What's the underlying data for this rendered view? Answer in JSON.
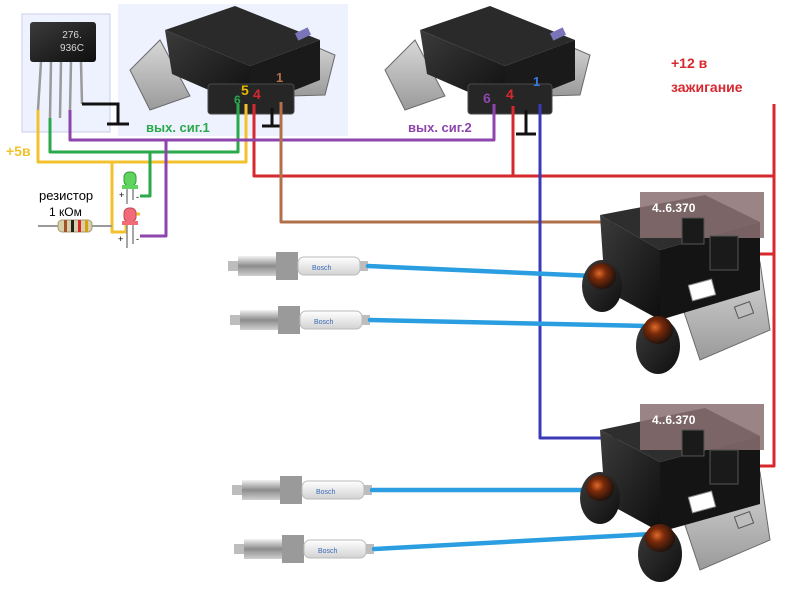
{
  "chip": {
    "line1": "276.",
    "line2": "936C"
  },
  "coil_label": "4..6.370",
  "labels": {
    "power_12v_line1": "+12 в",
    "power_12v_line2": "зажигание",
    "power_5v": "+5в",
    "resistor_line1": "резистор",
    "resistor_line2": "1 кОм",
    "out_signal_1": "вых. сиг.1",
    "out_signal_2": "вых. сиг.2"
  },
  "module1_pins": [
    "6",
    "5",
    "4",
    "1"
  ],
  "module2_pins": [
    "6",
    "4",
    "1"
  ],
  "led_pins": {
    "plus": "+",
    "minus": "-"
  },
  "colors": {
    "wire_12v": "#d6282e",
    "wire_5v": "#f2c12e",
    "wire_signal1": "#2aa84a",
    "wire_signal2": "#8e44ad",
    "wire_coil1": "#b0704a",
    "wire_coil2": "#3a3ab8",
    "wire_plug": "#2a9ee0",
    "pin6": "#8e44ad",
    "pin5": "#e6b800",
    "pin4": "#d6282e",
    "pin1_m1": "#b0704a",
    "pin1_m2": "#3a7ae0",
    "label_signal1": "#2aa84a",
    "label_signal2": "#8e44ad",
    "label_12v": "#d6282e",
    "label_5v": "#f2c12e",
    "led_green": "#5ed35e",
    "led_red": "#f06a7a"
  }
}
